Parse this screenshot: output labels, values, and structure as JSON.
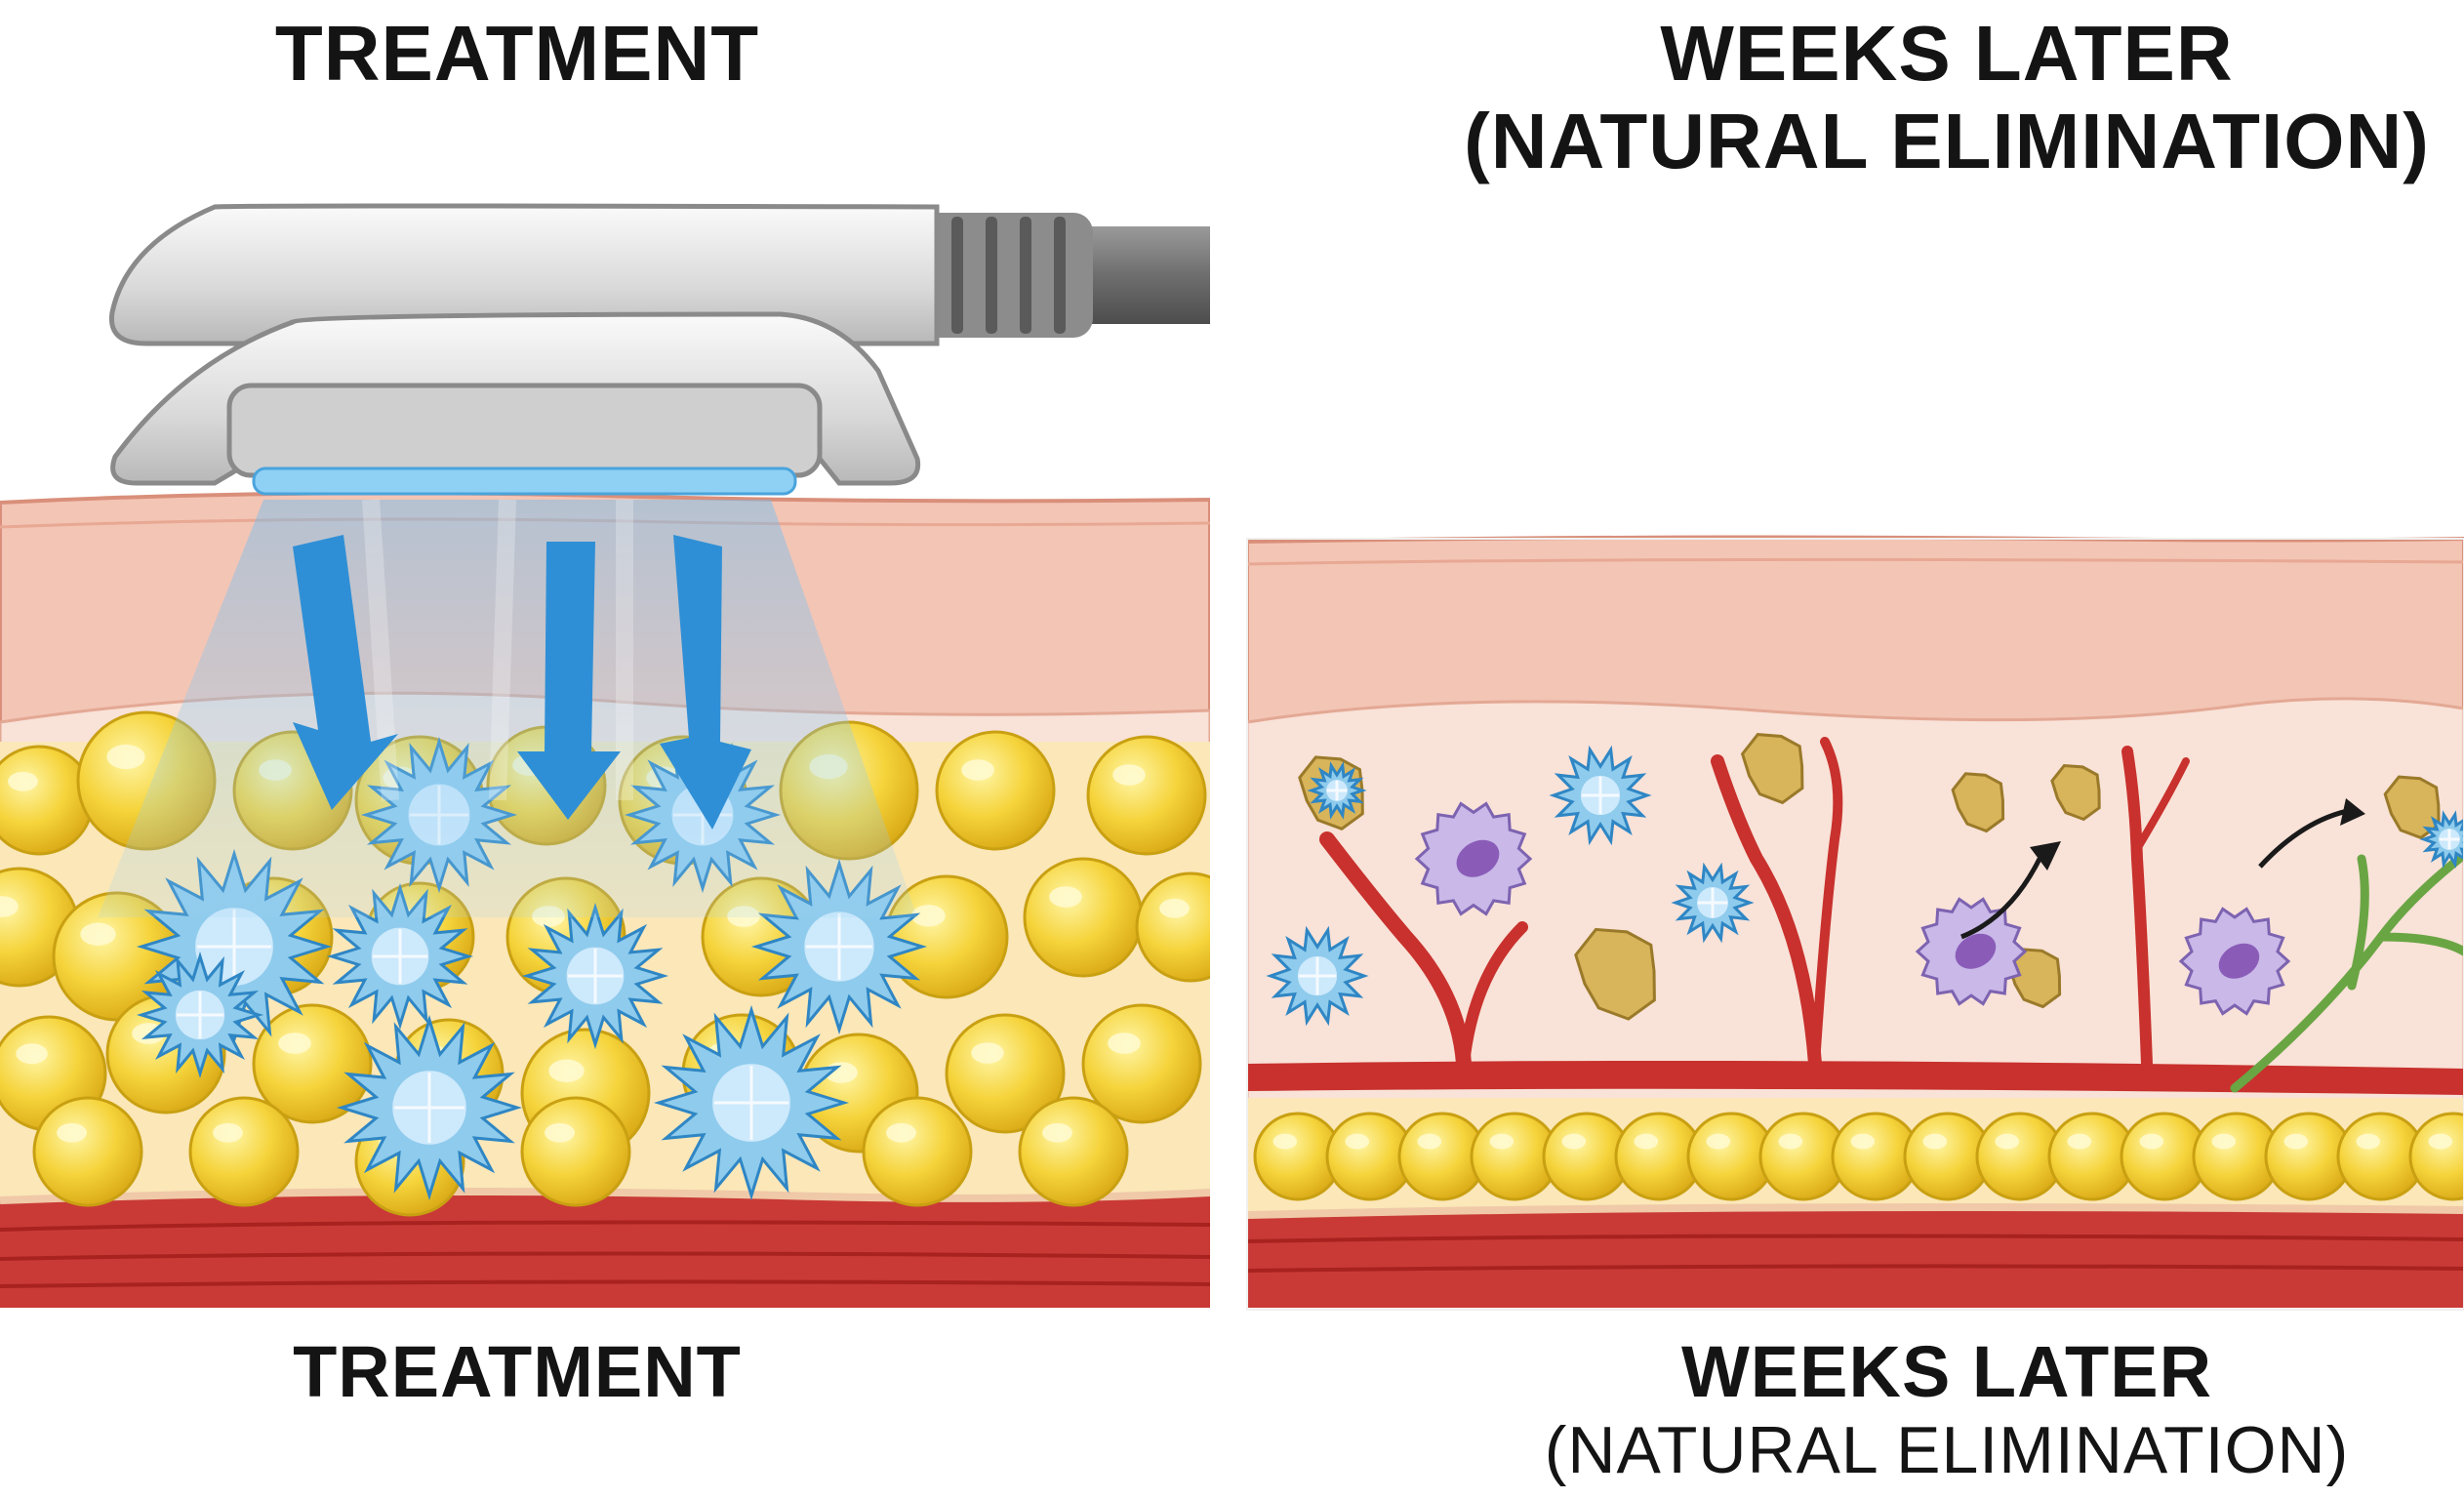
{
  "captions": {
    "top_left": "TREATMENT",
    "top_right_line1": "WEEKS LATER",
    "top_right_line2": "(NATURAL ELIMINATION)",
    "bottom_left": "TREATMENT",
    "bottom_right_line1": "WEEKS LATER",
    "bottom_right_line2": "(NATURAL ELIMINATION)"
  },
  "colors": {
    "skin_top": "#f3c5b5",
    "dermis": "#f7d9cc",
    "fat_cell": "#f5d33a",
    "fat_cell_edge": "#c9a012",
    "crystal": "#8fcbec",
    "crystal_edge": "#2f86c4",
    "muscle": "#c93a36",
    "vessel": "#c8312d",
    "lymph": "#6aa544",
    "macrophage": "#c9b8e8",
    "macrophage_nucleus": "#8a5cb8",
    "debris": "#d8b45a",
    "beam": "#7fc3ef",
    "applicator": "#e3e3e3"
  },
  "icons": {
    "applicator": "cryo-applicator-icon",
    "cold_arrow": "cold-arrow-icon",
    "crystal": "ice-crystal-icon",
    "fat_cell": "fat-cell-icon",
    "macrophage": "macrophage-icon",
    "debris": "fat-debris-icon",
    "vessel": "blood-vessel-icon",
    "lymph": "lymph-vessel-icon"
  }
}
